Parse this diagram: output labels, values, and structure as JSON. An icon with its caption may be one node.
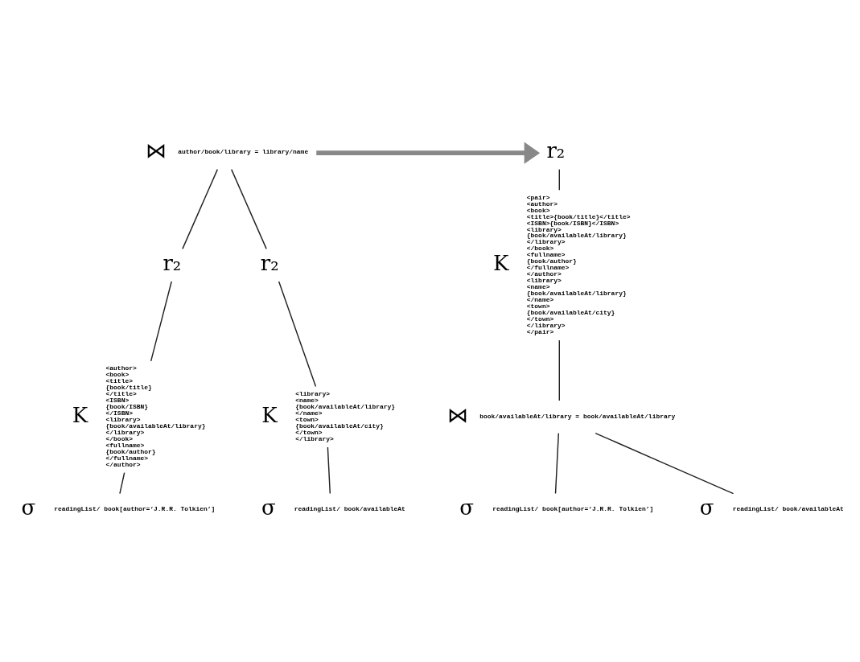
{
  "diagram": {
    "nodes": [
      {
        "text": [
          "⋈"
        ],
        "beside": [
          "author/book/library = library/name"
        ]
      },
      {
        "text": [
          "r₂"
        ]
      },
      {
        "text": [
          "K"
        ],
        "beside": [
          "<author>",
          "<book>",
          "<title>",
          "{book/title}",
          "</title>",
          "<ISBN>",
          "{book/ISBN}",
          "</ISBN>",
          "<library>",
          "{book/availableAt/library}",
          "</library>",
          "</book>",
          "<fullname>",
          "{book/author}",
          "</fullname>",
          "</author>"
        ]
      },
      {
        "text": [
          "σ"
        ],
        "beside": [
          "readingList/ book[author=‘J.R.R. Tolkien’]"
        ]
      },
      {
        "text": [
          "r₂"
        ]
      },
      {
        "text": [
          "K"
        ],
        "beside": [
          "<library>",
          "<name>",
          "{book/availableAt/library}",
          "</name>",
          "<town>",
          "{book/availableAt/city}",
          "</town>",
          "</library>"
        ]
      },
      {
        "text": [
          "σ"
        ],
        "beside": [
          "readingList/ book/availableAt"
        ]
      },
      {
        "text": [
          "r₂"
        ]
      },
      {
        "text": [
          "K"
        ],
        "beside": [
          "<pair>",
          "<author>",
          "<book>",
          "<title>{book/title}</title>",
          "<ISBN>{book/ISBN}</ISBN>",
          "<library>",
          "{book/availableAt/library}",
          "</library>",
          "</book>",
          "<fullname>",
          "{book/author}",
          "</fullname>",
          "</author>",
          "<library>",
          "<name>",
          "{book/availableAt/library}",
          "</name>",
          "<town>",
          "{book/availableAt/city}",
          "</town>",
          "</library>",
          "</pair>"
        ]
      },
      {
        "text": [
          "⋈"
        ],
        "beside": [
          "book/availableAt/library = book/availableAt/library"
        ]
      },
      {
        "text": [
          "σ"
        ],
        "beside": [
          "readingList/ book[author=‘J.R.R. Tolkien’]"
        ]
      },
      {
        "text": [
          "σ"
        ],
        "beside": [
          "readingList/ book/availableAt"
        ]
      }
    ],
    "edges": [
      {
        "from": 0,
        "to": 1,
        "arrow": "none"
      },
      {
        "from": 0,
        "to": 4,
        "arrow": "none"
      },
      {
        "from": 1,
        "to": 2,
        "arrow": "none"
      },
      {
        "from": 2,
        "to": 3,
        "arrow": "none"
      },
      {
        "from": 4,
        "to": 5,
        "arrow": "none"
      },
      {
        "from": 5,
        "to": 6,
        "arrow": "none"
      },
      {
        "from": 0,
        "to": 7,
        "arrow": "to",
        "style": "thick",
        "color": "#888888"
      },
      {
        "from": 7,
        "to": 8,
        "arrow": "none"
      },
      {
        "from": 8,
        "to": 9,
        "arrow": "none"
      },
      {
        "from": 9,
        "to": 10,
        "arrow": "none"
      },
      {
        "from": 9,
        "to": 11,
        "arrow": "none"
      }
    ]
  }
}
